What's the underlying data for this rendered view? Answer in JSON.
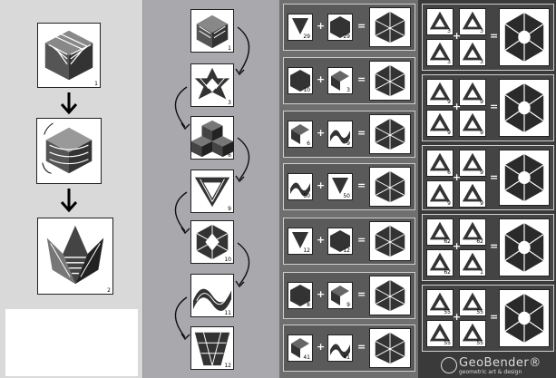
{
  "panel1": {
    "steps": [
      "1",
      "2"
    ]
  },
  "panel2": {
    "steps": [
      "1",
      "3",
      "6",
      "9",
      "10",
      "11",
      "12"
    ]
  },
  "panel3": {
    "rows": [
      {
        "a": "29",
        "b": "29"
      },
      {
        "a": "10",
        "b": "3"
      },
      {
        "a": "6",
        "b": "9"
      },
      {
        "a": "50",
        "b": "50"
      },
      {
        "a": "12",
        "b": "12"
      },
      {
        "a": "8",
        "b": "9"
      },
      {
        "a": "41",
        "b": "41"
      }
    ],
    "plus": "+",
    "equals": "="
  },
  "panel4": {
    "groups": [
      {
        "labels": [
          "3",
          "3",
          "3",
          "3"
        ]
      },
      {
        "labels": [
          "9",
          "9",
          "9",
          "9"
        ]
      },
      {
        "labels": [
          "6",
          "9",
          "9",
          "9"
        ]
      },
      {
        "labels": [
          "62",
          "62",
          "62",
          "1"
        ]
      },
      {
        "labels": [
          "55",
          "55",
          "55",
          "55"
        ]
      }
    ],
    "plus": "+",
    "equals": "="
  },
  "logo": {
    "name": "GeoBender®",
    "tagline": "geometric art & design"
  },
  "colors": {
    "panel1_bg": "#d9d9d9",
    "panel2_bg": "#a8a8ad",
    "panel3_bg": "#6f6f6f",
    "panel4_bg": "#3a3a3a"
  }
}
